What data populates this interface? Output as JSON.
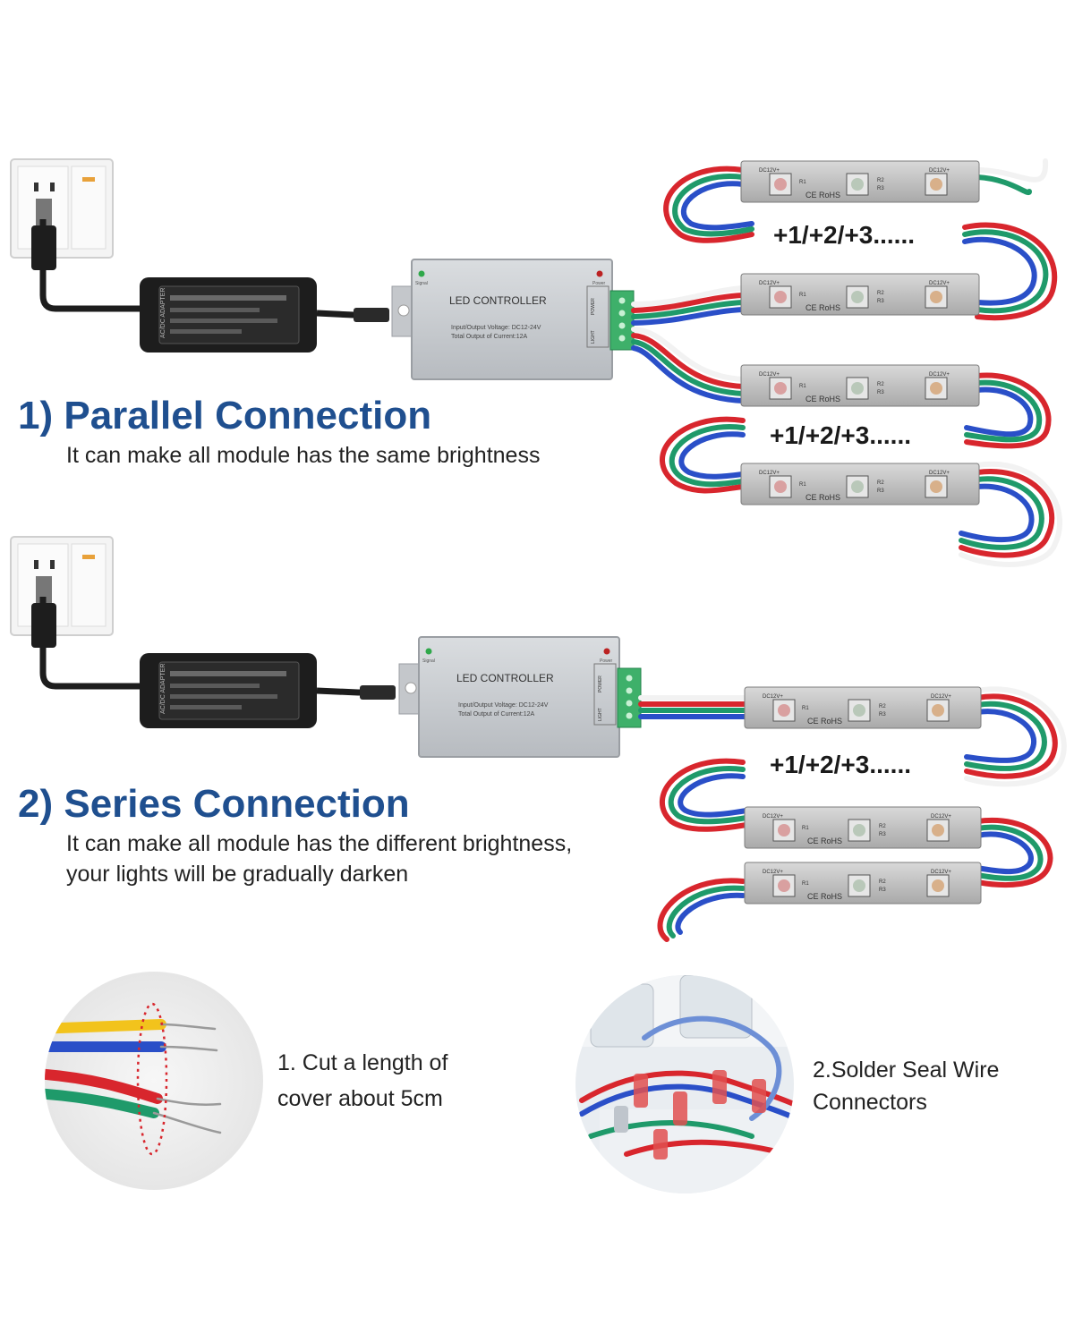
{
  "parallel": {
    "title": "1) Parallel Connection",
    "description": "It can make all module has the same brightness",
    "repeat_labels": [
      "+1/+2/+3......",
      "+1/+2/+3......"
    ]
  },
  "series": {
    "title": "2) Series Connection",
    "description_line1": "It can make all module has the different brightness,",
    "description_line2": "your lights will be gradually darken",
    "repeat_label": "+1/+2/+3......"
  },
  "controller": {
    "label": "LED CONTROLLER",
    "spec_line1": "Input/Output Voltage: DC12-24V",
    "spec_line2": "Total Output of Current:12A",
    "signal_label": "Signal",
    "power_label": "Power",
    "port_power_label": "POWER",
    "port_light_label": "LIGHT"
  },
  "adapter": {
    "label": "AC/DC ADAPTER"
  },
  "module": {
    "left_label": "DC12V+",
    "right_label": "DC12V+",
    "r1_label": "R1",
    "r2_label": "R2",
    "r3_label": "R3",
    "cert_label": "CE RoHS"
  },
  "steps": {
    "step1_line1": "1. Cut a length of",
    "step1_line2": "cover about 5cm",
    "step2_line1": "2.Solder Seal Wire",
    "step2_line2": "Connectors"
  },
  "colors": {
    "heading": "#1f4f8f",
    "wire_red": "#d8262d",
    "wire_green": "#1f9a6a",
    "wire_blue": "#2a4fc8",
    "wire_white": "#f2f2f2",
    "wire_yellow": "#f2c31c",
    "controller_body": "#c9ccd0",
    "adapter_body": "#1d1d1d"
  }
}
